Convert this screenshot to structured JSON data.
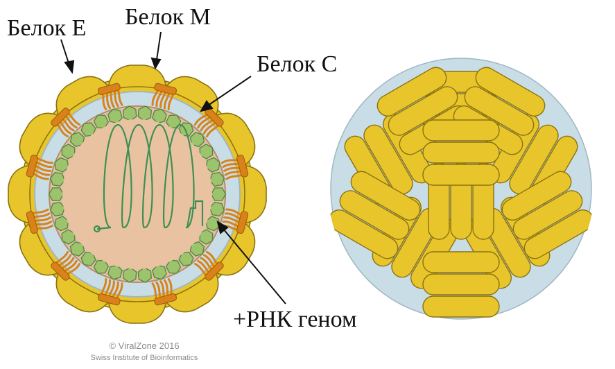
{
  "labels": {
    "protein_e": "Белок E",
    "protein_m": "Белок M",
    "protein_c": "Белок C",
    "genome": "+РНК геном"
  },
  "credit": {
    "line1": "© ViralZone 2016",
    "line2": "Swiss Institute of Bioinformatics"
  },
  "colors": {
    "envelope_yellow": "#e8c52a",
    "envelope_outline": "#8a7212",
    "membrane_blue": "#c9dde6",
    "capsid_green": "#9cc46c",
    "capsid_outline": "#5b7f3c",
    "core_peach": "#e9c2a2",
    "rna_green": "#3e8f52",
    "protein_m_orange": "#d9821a"
  }
}
